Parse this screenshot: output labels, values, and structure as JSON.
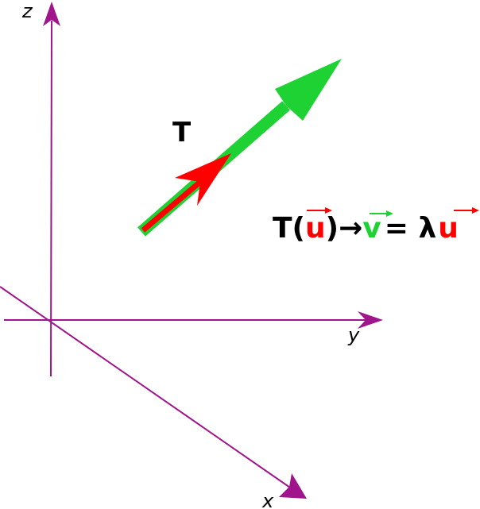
{
  "axes": {
    "x_label": "x",
    "y_label": "y",
    "z_label": "z"
  },
  "transform": {
    "label": "T"
  },
  "equation": {
    "prefix": "T(",
    "u1": "u",
    "arrow_text": ")→",
    "v": "v",
    "equals": "= λ",
    "u2": "u"
  },
  "colors": {
    "axis": "#a0148c",
    "eigen_vector_u": "#ff0000",
    "image_vector_v": "#1ed233",
    "text": "#000000"
  }
}
